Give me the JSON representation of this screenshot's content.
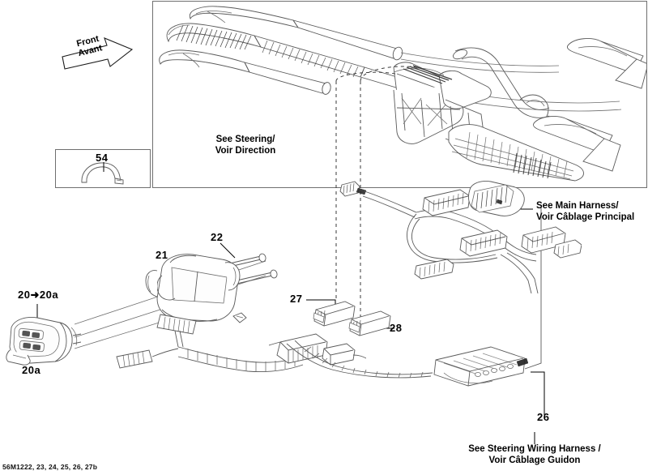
{
  "document": {
    "type": "parts-diagram",
    "title": "Steering Wiring Harness Parts Diagram",
    "footer_code": "56M1222, 23, 24, 25, 26, 27b"
  },
  "orientation": {
    "icon": "front-arrow-icon",
    "line1": "Front",
    "line2": "Avant",
    "direction": "right"
  },
  "notes": [
    {
      "id": "see-steering",
      "line1": "See Steering/",
      "line2": "Voir Direction",
      "align": "center"
    },
    {
      "id": "see-main-harness",
      "line1": "See Main Harness/",
      "line2": "Voir Câblage Principal",
      "align": "left"
    },
    {
      "id": "see-steering-wiring-harness",
      "line1": "See Steering Wiring Harness /",
      "line2": "Voir Câblage Guidon",
      "align": "center"
    }
  ],
  "callouts": [
    {
      "id": "callout-54",
      "label": "54"
    },
    {
      "id": "callout-20",
      "label": "20➜20a"
    },
    {
      "id": "callout-20a",
      "label": "20a"
    },
    {
      "id": "callout-21",
      "label": "21"
    },
    {
      "id": "callout-22",
      "label": "22"
    },
    {
      "id": "callout-27",
      "label": "27"
    },
    {
      "id": "callout-28",
      "label": "28"
    },
    {
      "id": "callout-26",
      "label": "26"
    }
  ],
  "panels": [
    {
      "id": "steering-panel",
      "name": "steering-assembly-panel"
    },
    {
      "id": "part-54-panel",
      "name": "part-54-inset-panel"
    }
  ],
  "colors": {
    "line": "#5a5a5a",
    "frame": "#6f6f6f",
    "text": "#000000",
    "background": "#ffffff"
  }
}
